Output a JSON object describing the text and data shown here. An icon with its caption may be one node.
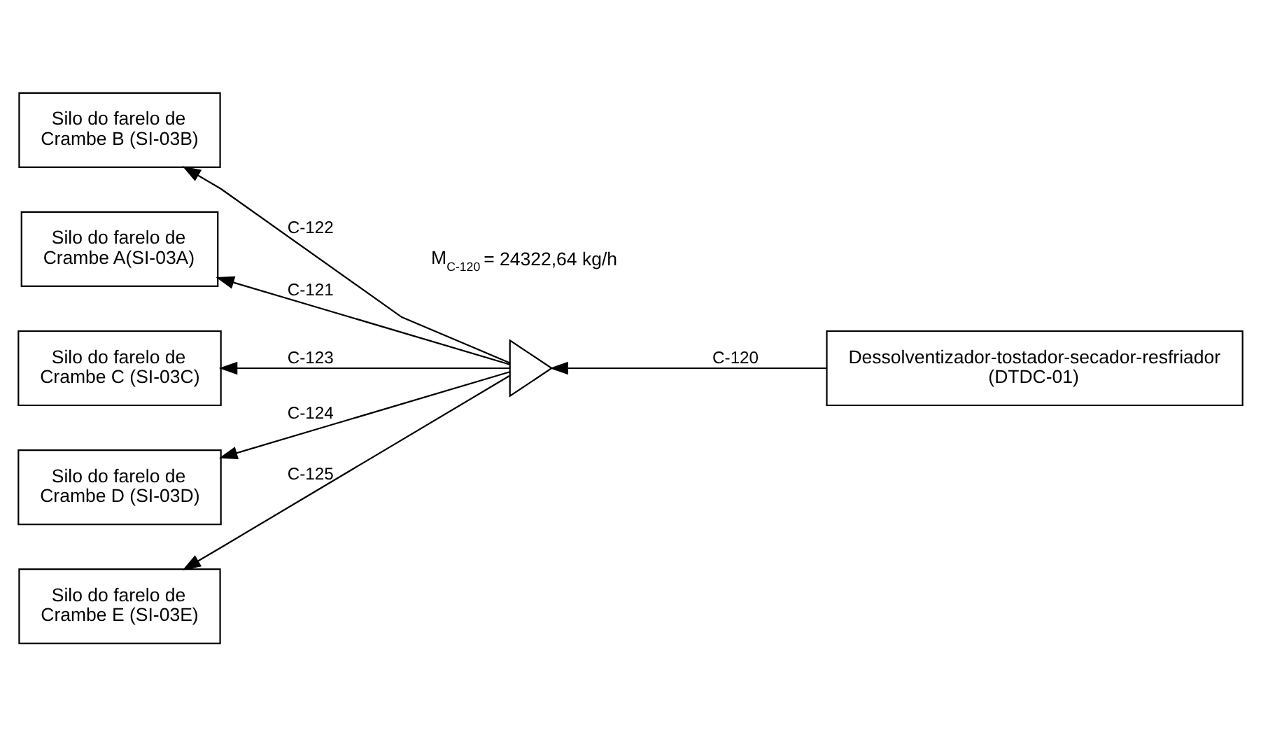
{
  "diagram": {
    "nodes": [
      {
        "text": [
          "Silo do farelo de Crambe B (SI-03B)"
        ]
      },
      {
        "text": [
          "Silo do farelo de Crambe A(SI-03A)"
        ]
      },
      {
        "text": [
          "Silo do farelo de Crambe C (SI-03C)"
        ]
      },
      {
        "text": [],
        "shape": "triangle"
      },
      {
        "text": [
          "Dessolventizador-tostador-secador-resfriador (DTDC-01)"
        ]
      },
      {
        "text": [
          "Silo do farelo de Crambe D (SI-03D)"
        ]
      },
      {
        "text": [
          "Silo do farelo de Crambe E (SI-03E)"
        ]
      }
    ],
    "edges": [
      {
        "from": 4,
        "to": 3,
        "arrow": "to",
        "label": "C-120"
      },
      {
        "from": 3,
        "to": 1,
        "arrow": "to",
        "label": "C-121"
      },
      {
        "from": 3,
        "to": 0,
        "arrow": "to",
        "label": "C-122"
      },
      {
        "from": 3,
        "to": 2,
        "arrow": "to",
        "label": "C-123"
      },
      {
        "from": 3,
        "to": 5,
        "arrow": "to",
        "label": "C-124"
      },
      {
        "from": 3,
        "to": 6,
        "arrow": "to",
        "label": "C-125"
      }
    ],
    "labels": [
      "M$_{C-120}$ = 24322,64 kg/h"
    ]
  }
}
